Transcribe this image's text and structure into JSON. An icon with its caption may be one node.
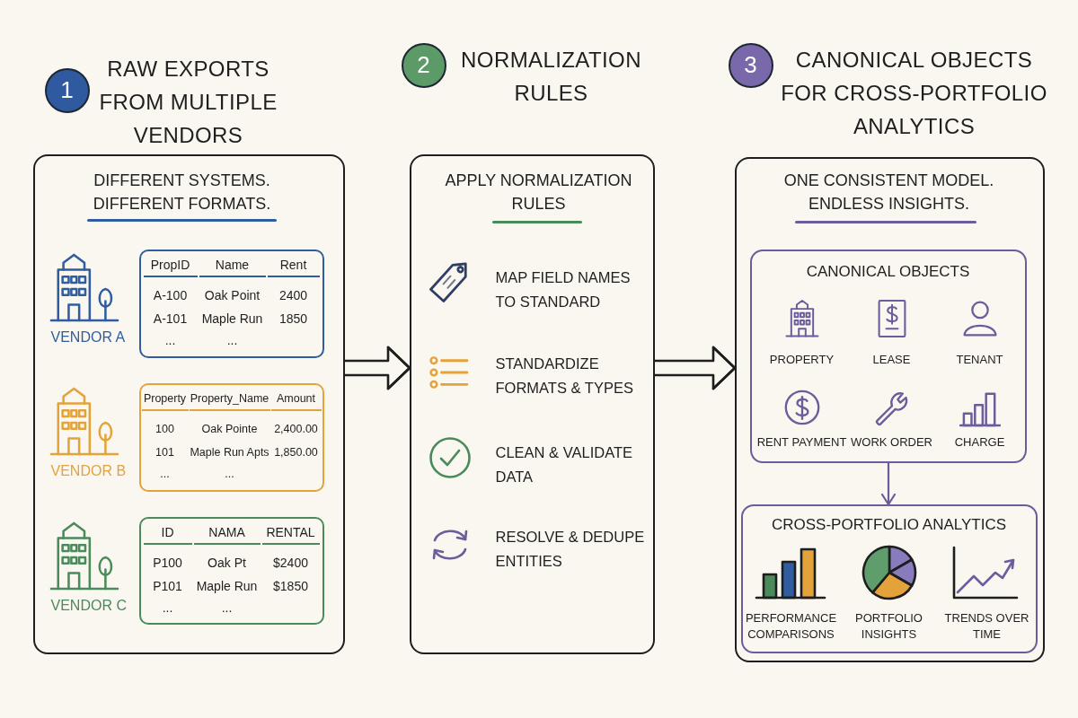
{
  "diagram": {
    "nodes": [
      {
        "text": [
          "1"
        ]
      },
      {
        "text": [
          "RAW EXPORTS FROM MULTIPLE VENDORS",
          "DIFFERENT SYSTEMS. DIFFERENT FORMATS."
        ]
      },
      {
        "text": [
          "PropID",
          "Name",
          "Rent",
          "A-100",
          "Oak Point",
          "2400",
          "A-101",
          "Maple Run",
          "1850",
          "...",
          "..."
        ],
        "in": 1,
        "beside": [
          "VENDOR A"
        ]
      },
      {
        "text": [
          "Property",
          "Property_Name",
          "Amount",
          "100",
          "Oak Pointe",
          "2,400.00",
          "101",
          "Maple Run Apts",
          "1,850.00",
          "...",
          "..."
        ],
        "in": 1,
        "beside": [
          "VENDOR B"
        ]
      },
      {
        "text": [
          "ID",
          "NAMA",
          "RENTAL",
          "P100",
          "Oak Pt",
          "$2400",
          "P101",
          "Maple Run",
          "$1850",
          "...",
          "..."
        ],
        "in": 1,
        "beside": [
          "VENDOR C"
        ]
      },
      {
        "text": [
          "2"
        ]
      },
      {
        "text": [
          "NORMALIZATION RULES",
          "APPLY NORMALIZATION RULES",
          "MAP FIELD NAMES TO STANDARD",
          "STANDARDIZE FORMATS & TYPES",
          "CLEAN & VALIDATE DATA",
          "RESOLVE & DEDUPE ENTITIES"
        ]
      },
      {
        "text": [
          "3"
        ]
      },
      {
        "text": [
          "CANONICAL OBJECTS FOR CROSS-PORTFOLIO ANALYTICS",
          "ONE CONSISTENT MODEL. ENDLESS INSIGHTS."
        ]
      },
      {
        "text": [
          "CANONICAL OBJECTS",
          "PROPERTY",
          "LEASE",
          "TENANT",
          "RENT PAYMENT",
          "WORK ORDER",
          "CHARGE"
        ],
        "in": 8
      },
      {
        "text": [
          "CROSS-PORTFOLIO ANALYTICS",
          "PERFORMANCE COMPARISONS",
          "PORTFOLIO INSIGHTS",
          "TRENDS OVER TIME"
        ],
        "in": 8
      }
    ],
    "edges": [
      {
        "from": 1,
        "to": 6,
        "arrow": "to"
      },
      {
        "from": 6,
        "to": 8,
        "arrow": "to"
      },
      {
        "from": 9,
        "to": 10,
        "arrow": "to",
        "color": "#6b5c9c"
      }
    ]
  }
}
